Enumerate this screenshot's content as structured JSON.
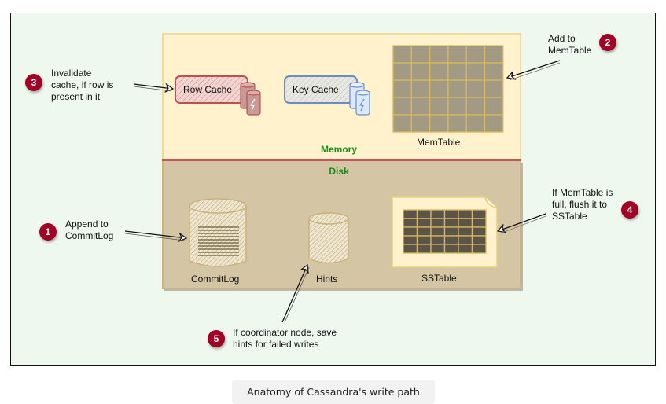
{
  "diagram": {
    "regions": {
      "memory": "Memory",
      "disk": "Disk"
    },
    "components": {
      "row_cache": "Row Cache",
      "key_cache": "Key Cache",
      "memtable": "MemTable",
      "commitlog": "CommitLog",
      "hints": "Hints",
      "sstable": "SSTable"
    },
    "steps": [
      {
        "number": "1",
        "text_lines": [
          "Append to",
          "CommitLog"
        ]
      },
      {
        "number": "2",
        "text_lines": [
          "Add to",
          "MemTable"
        ]
      },
      {
        "number": "3",
        "text_lines": [
          "Invalidate",
          "cache, if row is",
          "present in it"
        ]
      },
      {
        "number": "4",
        "text_lines": [
          "If MemTable is",
          "full, flush it to",
          "SSTable"
        ]
      },
      {
        "number": "5",
        "text_lines": [
          "If coordinator node, save",
          "hints for failed writes"
        ]
      }
    ],
    "colors": {
      "badge": "#a20025",
      "region_label": "#1d8a1d",
      "memory_bg": "#fff2cc",
      "disk_bg": "#d4c6a4",
      "row_cache": "#b85450",
      "key_cache": "#6c8ebf"
    }
  },
  "caption": "Anatomy of Cassandra's write path"
}
